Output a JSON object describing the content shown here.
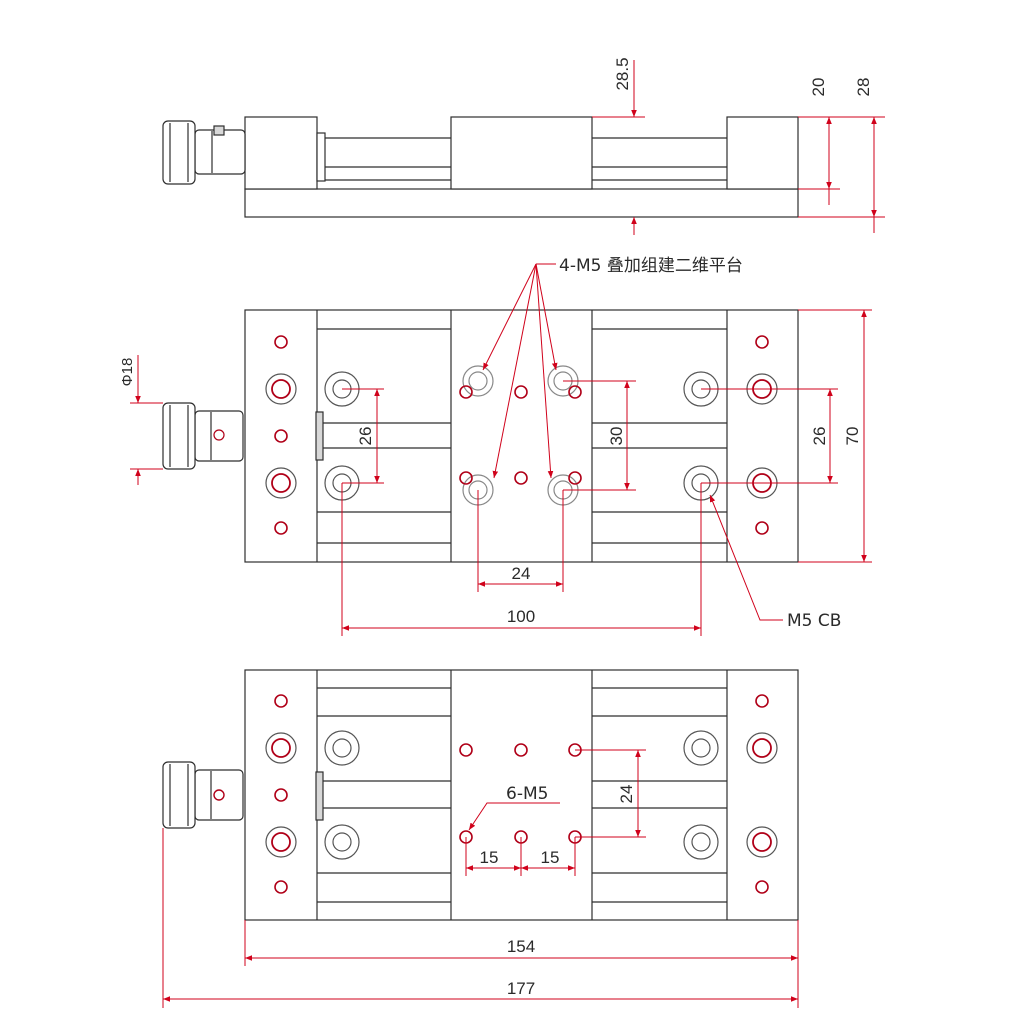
{
  "dimensions": {
    "top_height_285": "28.5",
    "top_height_20": "20",
    "top_height_28": "28",
    "knob_dia": "Φ18",
    "mid_26_left": "26",
    "mid_30": "30",
    "mid_26_right": "26",
    "mid_70": "70",
    "mid_24": "24",
    "mid_100": "100",
    "bot_24": "24",
    "bot_15_left": "15",
    "bot_15_right": "15",
    "bot_154": "154",
    "bot_177": "177"
  },
  "notes": {
    "stack_holes": "4-M5 叠加组建二维平台",
    "counterbore": "M5 CB",
    "threaded_holes": "6-M5"
  },
  "colors": {
    "line": "#2e2e2e",
    "dimension": "#d0021b",
    "hole": "#b00018"
  }
}
